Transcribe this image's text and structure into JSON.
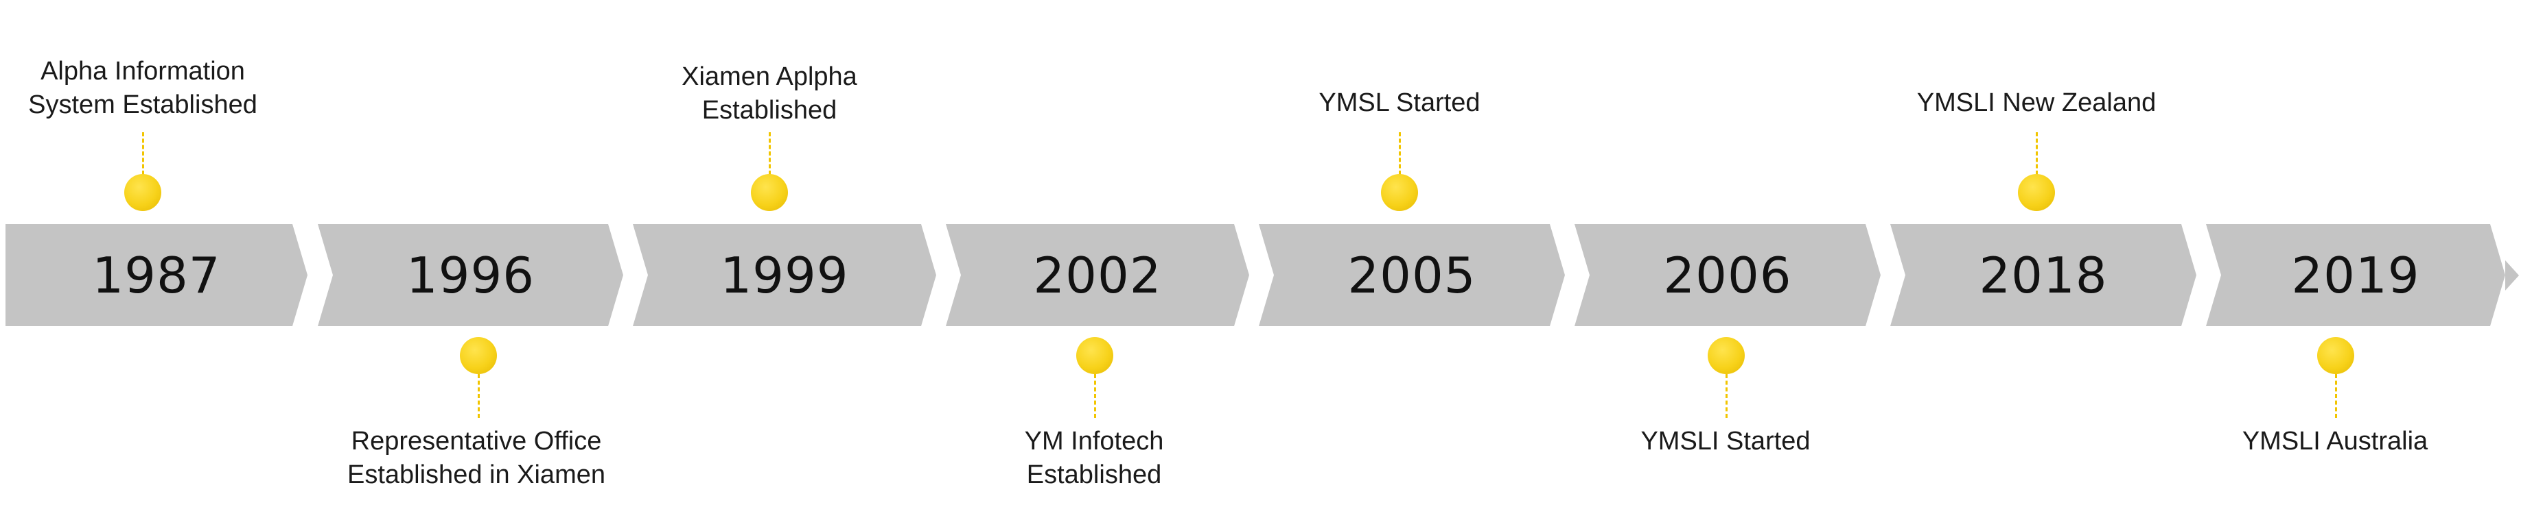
{
  "timeline": {
    "years": [
      "1987",
      "1996",
      "1999",
      "2002",
      "2005",
      "2006",
      "2018",
      "2019"
    ],
    "events": [
      {
        "year": "1987",
        "position": "above",
        "text": "Alpha Information\nSystem Established"
      },
      {
        "year": "1996",
        "position": "below",
        "text": "Representative Office\nEstablished in Xiamen"
      },
      {
        "year": "1999",
        "position": "above",
        "text": "Xiamen Aplpha\nEstablished"
      },
      {
        "year": "2002",
        "position": "below",
        "text": "YM Infotech\nEstablished"
      },
      {
        "year": "2005",
        "position": "above",
        "text": "YMSL Started"
      },
      {
        "year": "2006",
        "position": "below",
        "text": "YMSLI Started"
      },
      {
        "year": "2018",
        "position": "above",
        "text": "YMSLI New Zealand"
      },
      {
        "year": "2019",
        "position": "below",
        "text": "YMSLI Australia"
      }
    ],
    "colors": {
      "box": "#c4c4c4",
      "dot": "#f7d21a",
      "connector": "#f2c500",
      "year_text": "#111111",
      "event_text": "#1a1a1a"
    }
  }
}
